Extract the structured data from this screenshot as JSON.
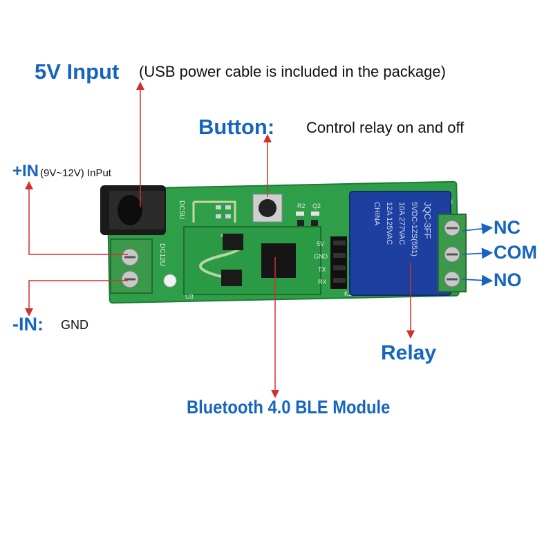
{
  "labels": {
    "input_5v_title": "5V Input",
    "input_5v_note": "(USB power cable is included in the package)",
    "button_title": "Button:",
    "button_note": "Control relay on and off",
    "plus_in_title": "+IN",
    "plus_in_note": "(9V~12V) InPut",
    "minus_in_title": "-IN:",
    "minus_in_note": "GND",
    "nc": "NC",
    "com": "COM",
    "no": "NO",
    "relay": "Relay",
    "ble_module": "Bluetooth 4.0 BLE Module"
  },
  "board_text": {
    "dc5v": "DC5U",
    "dc12v": "DC12U",
    "pin_5v": "5V",
    "pin_gnd": "GND",
    "pin_tx": "TX",
    "pin_rx": "RX",
    "relay_brand": "JQC-3FF",
    "relay_line1": "5VDC-1ZS(551)",
    "relay_line2": "10A 277VAC",
    "relay_line3": "12A 125VAC",
    "relay_line4": "CHINA",
    "r2": "R2",
    "q2": "Q2",
    "u3": "U3",
    "k1": "K1"
  },
  "colors": {
    "label_blue": "#1565c0",
    "arrow_red": "#d32f2f",
    "pcb_green": "#2e9e48",
    "terminal_green": "#3a9a4a",
    "relay_blue": "#1d3fa0"
  }
}
